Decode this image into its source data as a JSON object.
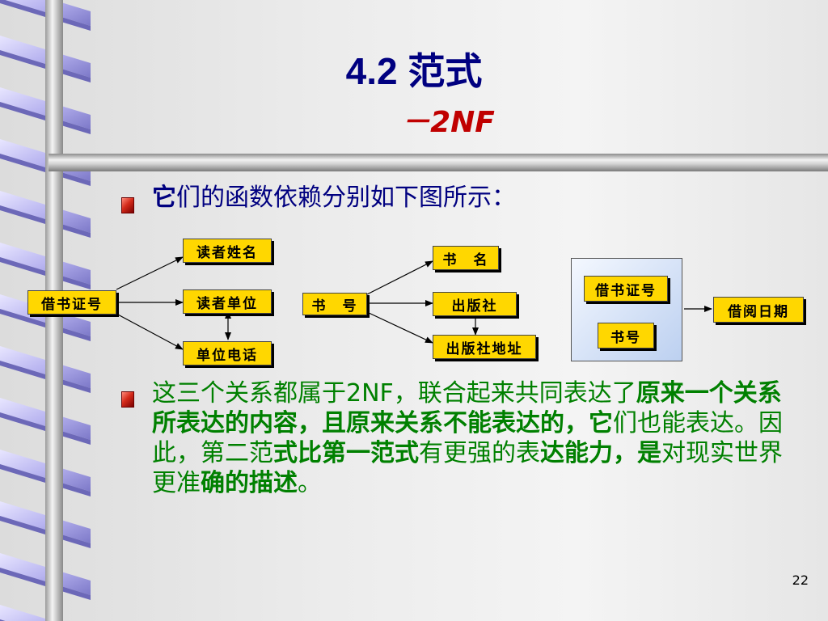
{
  "slide": {
    "title": "4.2 范式",
    "subtitle": "－2NF",
    "page_number": "22"
  },
  "bullets": [
    {
      "lead": "它",
      "rest": "们的函数依赖分别如下图所示："
    },
    {
      "segments": [
        {
          "text": "这三个关系都属于2NF，联合起来共同表达了",
          "bold": false
        },
        {
          "text": "原来一个关系所表达的内容，且原来关系不能表达的，它",
          "bold": true
        },
        {
          "text": "们也能表达。因此，第二范",
          "bold": false
        },
        {
          "text": "式比第一范式",
          "bold": true
        },
        {
          "text": "有更强的表",
          "bold": false
        },
        {
          "text": "达能力，是",
          "bold": true
        },
        {
          "text": "对现实世界更准",
          "bold": false
        },
        {
          "text": "确的描述",
          "bold": true
        },
        {
          "text": "。",
          "bold": false
        }
      ]
    }
  ],
  "diagram1": {
    "source": "借书证号",
    "targets": [
      "读者姓名",
      "读者单位",
      "单位电话"
    ]
  },
  "diagram2": {
    "source": "书　号",
    "targets": [
      "书　名",
      "出版社",
      "出版社地址"
    ]
  },
  "diagram3": {
    "keys": [
      "借书证号",
      "书号"
    ],
    "target": "借阅日期"
  },
  "colors": {
    "box_fill": "#ffd700",
    "title": "#000080",
    "subtitle": "#c00000",
    "body_green": "#008000"
  }
}
